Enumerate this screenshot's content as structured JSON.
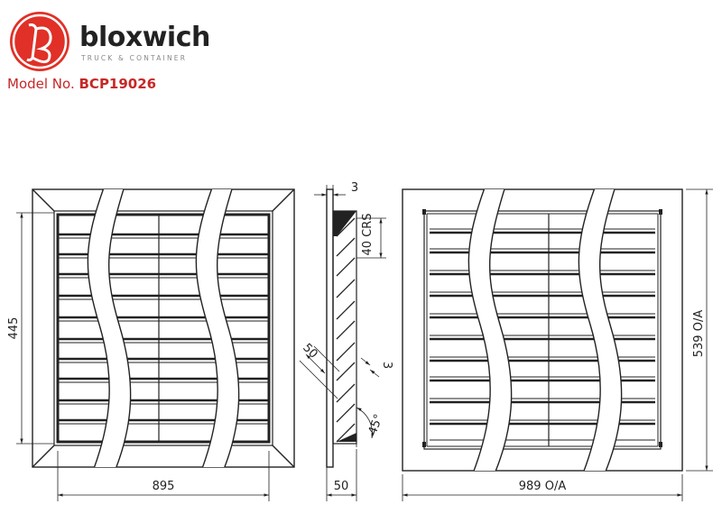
{
  "brand": {
    "name": "bloxwich",
    "tagline": "TRUCK & CONTAINER",
    "logo_color": "#e03027"
  },
  "model": {
    "label": "Model No.",
    "number": "BCP19026"
  },
  "dimensions": {
    "front_width": "895",
    "front_height": "445",
    "side_depth": "50",
    "side_thickness": "3",
    "louver_pitch": "40 CRS",
    "louver_length": "50",
    "louver_thickness": "3",
    "louver_angle": "45°",
    "rear_width": "989 O/A",
    "rear_height": "539 O/A"
  }
}
